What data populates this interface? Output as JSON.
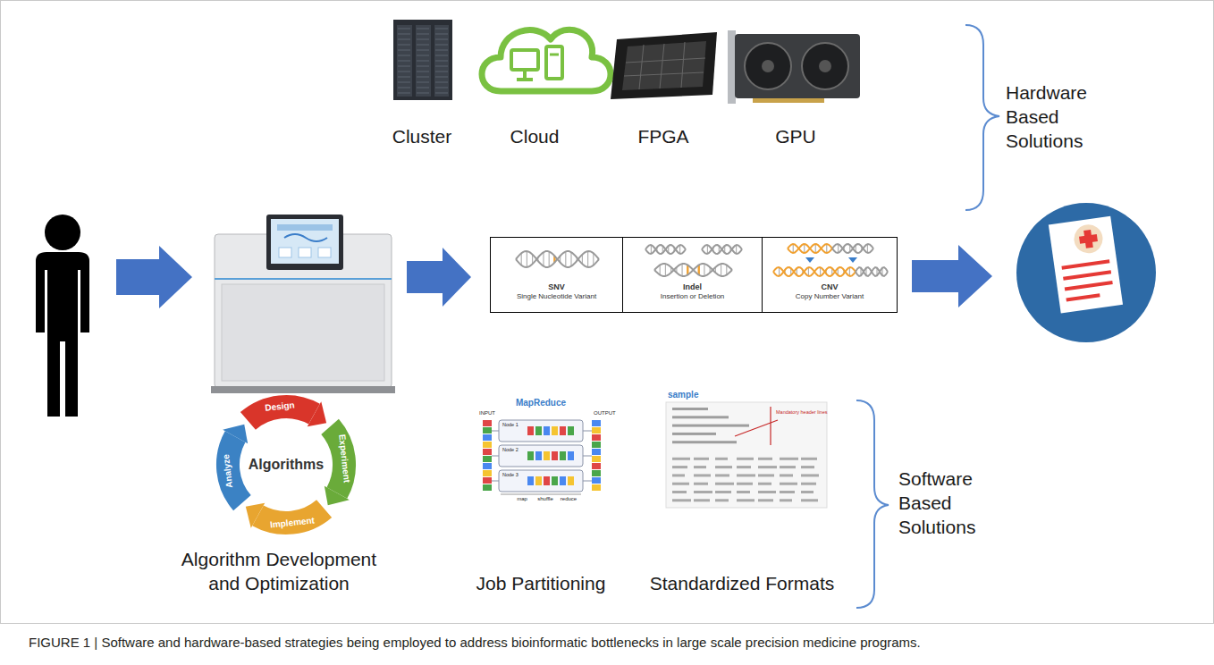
{
  "diagram": {
    "caption": "FIGURE 1 | Software and hardware-based strategies being employed to address bioinformatic bottlenecks in large scale precision medicine programs.",
    "nodes": [
      {
        "text": [
          "SNV",
          "Single Nucleotide Variant"
        ]
      },
      {
        "text": [
          "Indel",
          "Insertion or Deletion"
        ]
      },
      {
        "text": [
          "CNV",
          "Copy Number Variant"
        ]
      },
      {
        "text": [
          "Algorithms"
        ]
      }
    ],
    "labels": [
      "Cluster",
      "Cloud",
      "FPGA",
      "GPU",
      "Hardware Based Solutions",
      "Design",
      "Experiment",
      "Implement",
      "Analyze",
      "Algorithm Development and Optimization",
      "MapReduce",
      "INPUT",
      "Node 1",
      "Node 2",
      "Node 3",
      "map",
      "shuffle",
      "reduce",
      "OUTPUT",
      "Job Partitioning",
      "sample",
      "Mandatory header lines",
      "Standardized Formats",
      "Software Based Solutions"
    ]
  }
}
